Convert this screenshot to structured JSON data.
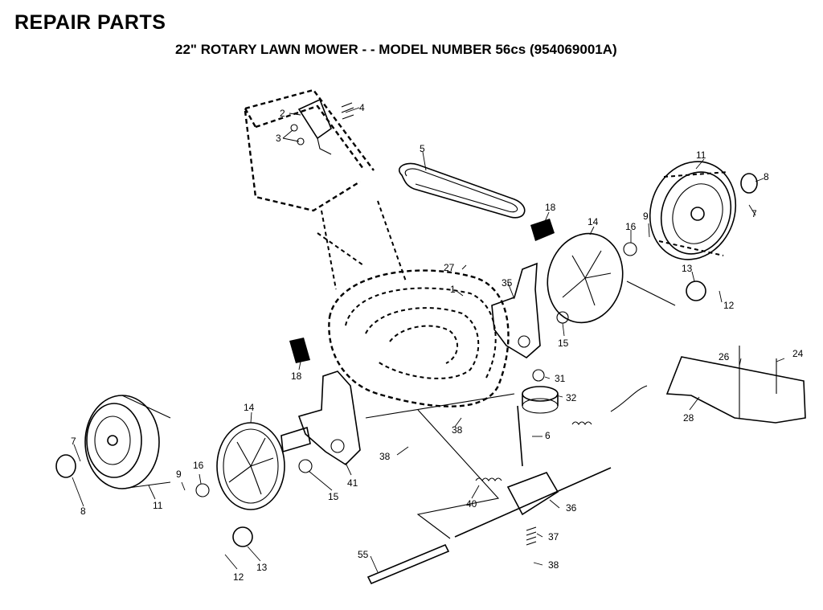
{
  "header": {
    "title": "REPAIR PARTS",
    "subtitle": "22\" ROTARY LAWN MOWER - - MODEL NUMBER 56cs (954069001A)"
  },
  "callouts": {
    "c1": "1",
    "c2": "2",
    "c3": "3",
    "c4": "4",
    "c5": "5",
    "c6": "6",
    "c7a": "7",
    "c7b": "7",
    "c8a": "8",
    "c8b": "8",
    "c9a": "9",
    "c9b": "9",
    "c11a": "11",
    "c11b": "11",
    "c12a": "12",
    "c12b": "12",
    "c13a": "13",
    "c13b": "13",
    "c14a": "14",
    "c14b": "14",
    "c15a": "15",
    "c15b": "15",
    "c16a": "16",
    "c16b": "16",
    "c18a": "18",
    "c18b": "18",
    "c24": "24",
    "c26": "26",
    "c27": "27",
    "c28": "28",
    "c31": "31",
    "c32": "32",
    "c35": "35",
    "c36": "36",
    "c37": "37",
    "c38a": "38",
    "c38b": "38",
    "c38c": "38",
    "c40": "40",
    "c41": "41",
    "c55": "55"
  }
}
